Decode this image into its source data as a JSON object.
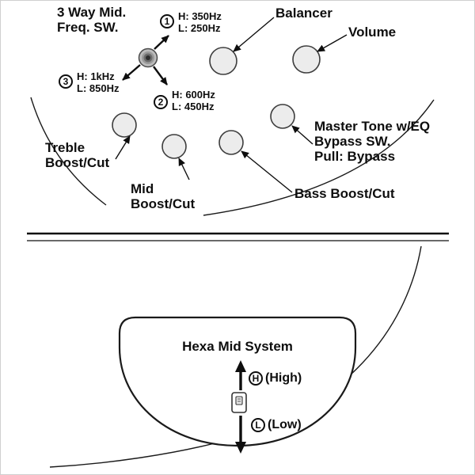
{
  "labels": {
    "freq_switch_l1": "3 Way Mid.",
    "freq_switch_l2": "Freq. SW.",
    "balancer": "Balancer",
    "volume": "Volume",
    "treble_l1": "Treble",
    "treble_l2": "Boost/Cut",
    "mid_l1": "Mid",
    "mid_l2": "Boost/Cut",
    "bass": "Bass Boost/Cut",
    "master_l1": "Master Tone w/EQ",
    "master_l2": "Bypass SW.",
    "master_l3": "Pull: Bypass"
  },
  "freq_positions": [
    {
      "num": "1",
      "high": "H: 350Hz",
      "low": "L: 250Hz"
    },
    {
      "num": "2",
      "high": "H: 600Hz",
      "low": "L: 450Hz"
    },
    {
      "num": "3",
      "high": "H: 1kHz",
      "low": "L: 850Hz"
    }
  ],
  "hexa": {
    "title": "Hexa Mid System",
    "high_letter": "H",
    "high_text": "(High)",
    "low_letter": "L",
    "low_text": "(Low)"
  },
  "icons": {
    "freq_switch": "rotary-switch",
    "mini_switch": "slide-switch",
    "up_arrow": "arrow-up",
    "down_arrow": "arrow-down"
  },
  "colors": {
    "ink": "#0e0e0e",
    "knob_fill": "#ececec",
    "knob_stroke": "#3d3d3d"
  }
}
